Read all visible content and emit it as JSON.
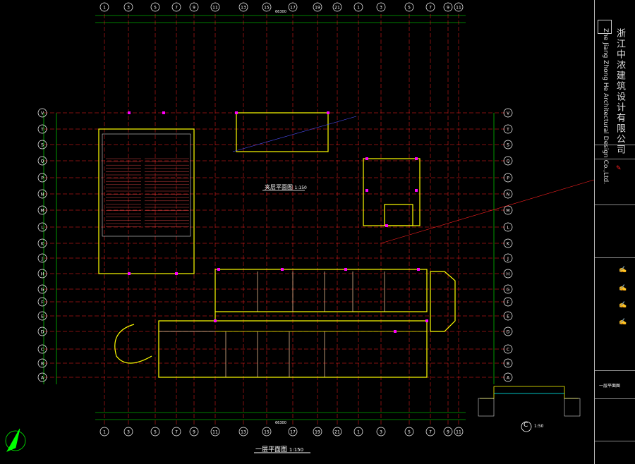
{
  "firm": {
    "name_cn": "浙江中浓建筑设计有限公司",
    "name_en": "Zhe Jiang Zhong He Architectural Design Co.,Ltd."
  },
  "plans": {
    "main_title": "一层平面图",
    "main_scale": "1:150",
    "mezz_title": "夹层平面图",
    "mezz_scale": "1:150",
    "detail_marker": "C",
    "detail_scale": "1:50"
  },
  "dimensions": {
    "top_total": "66300",
    "bottom_total": "66300"
  },
  "axes": {
    "grid_numbers": [
      "1",
      "3",
      "5",
      "7",
      "9",
      "11",
      "13",
      "15",
      "17",
      "19",
      "21"
    ],
    "grid_letters": [
      "V",
      "T",
      "S",
      "Q",
      "P",
      "N",
      "M",
      "L",
      "K",
      "J",
      "H",
      "G",
      "F",
      "E",
      "D",
      "C",
      "B",
      "A"
    ]
  },
  "title_block": {
    "sheet_name": "一层平面图"
  },
  "colors": {
    "grid": "#ff2020",
    "wall": "#ffff00",
    "dims": "#00ff00",
    "column": "#ff00ff",
    "text": "#00ffff"
  }
}
